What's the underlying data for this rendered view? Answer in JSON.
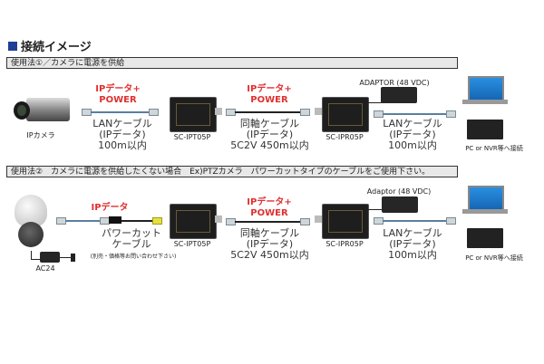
{
  "title": "接続イメージ",
  "section1": {
    "header": "使用法①／カメラに電源を供給",
    "camera_label": "IPカメラ",
    "lan1_top": [
      "IPデータ+",
      "POWER"
    ],
    "lan1_bottom": [
      "LANケーブル",
      "(IPデータ)",
      "100m以内"
    ],
    "transmitter_label": "SC-IPT05P",
    "coax_top": [
      "IPデータ+",
      "POWER"
    ],
    "coax_bottom": [
      "同軸ケーブル",
      "(IPデータ)",
      "5C2V 450m以内"
    ],
    "receiver_label": "SC-IPR05P",
    "adaptor_label": "ADAPTOR (48 VDC)",
    "lan2_bottom": [
      "LANケーブル",
      "(IPデータ)",
      "100m以内"
    ],
    "pc_label": "PC or NVR等へ接続"
  },
  "section2": {
    "header": "使用法②　カメラに電源を供給したくない場合　Ex)PTZカメラ　パワーカットタイプのケーブルをご使用下さい。",
    "camera_power_label": "AC24",
    "lan1_top": "IPデータ",
    "powercut_label": [
      "パワーカット",
      "ケーブル"
    ],
    "powercut_note": "(別売・価格等お問い合わせ下さい)",
    "transmitter_label": "SC-IPT05P",
    "coax_top": [
      "IPデータ+",
      "POWER"
    ],
    "coax_bottom": [
      "同軸ケーブル",
      "(IPデータ)",
      "5C2V 450m以内"
    ],
    "receiver_label": "SC-IPR05P",
    "adaptor_label": "Adaptor (48 VDC)",
    "lan2_bottom": [
      "LANケーブル",
      "(IPデータ)",
      "100m以内"
    ],
    "pc_label": "PC or NVR等へ接続"
  },
  "colors": {
    "title_square": "#1f3f96",
    "accent_red": "#e03030",
    "header_bg": "#e8e8e8",
    "lan_cable": "#5a7fa0"
  }
}
